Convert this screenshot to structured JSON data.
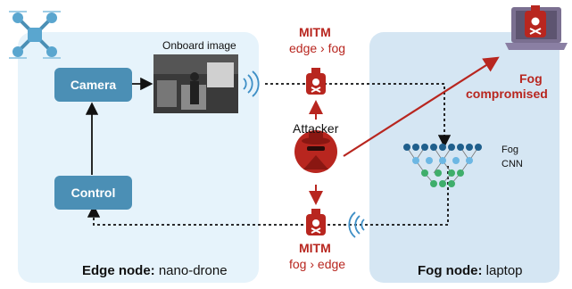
{
  "edge": {
    "camera_label": "Camera",
    "control_label": "Control",
    "image_label": "Onboard image",
    "panel_title_bold": "Edge node:",
    "panel_title_rest": " nano-drone"
  },
  "fog": {
    "panel_title_bold": "Fog node:",
    "panel_title_rest": " laptop",
    "cnn_line1": "Fog",
    "cnn_line2": "CNN",
    "compromised_line1": "Fog",
    "compromised_line2": "compromised"
  },
  "attack": {
    "mitm_top_title": "MITM",
    "mitm_top_sub": "edge › fog",
    "attacker_label": "Attacker",
    "mitm_bottom_title": "MITM",
    "mitm_bottom_sub": "fog › edge"
  },
  "colors": {
    "accent_red": "#b8261f",
    "node_blue": "#4b8fb5",
    "edge_panel": "#e6f3fb",
    "fog_panel": "#d5e6f3"
  }
}
